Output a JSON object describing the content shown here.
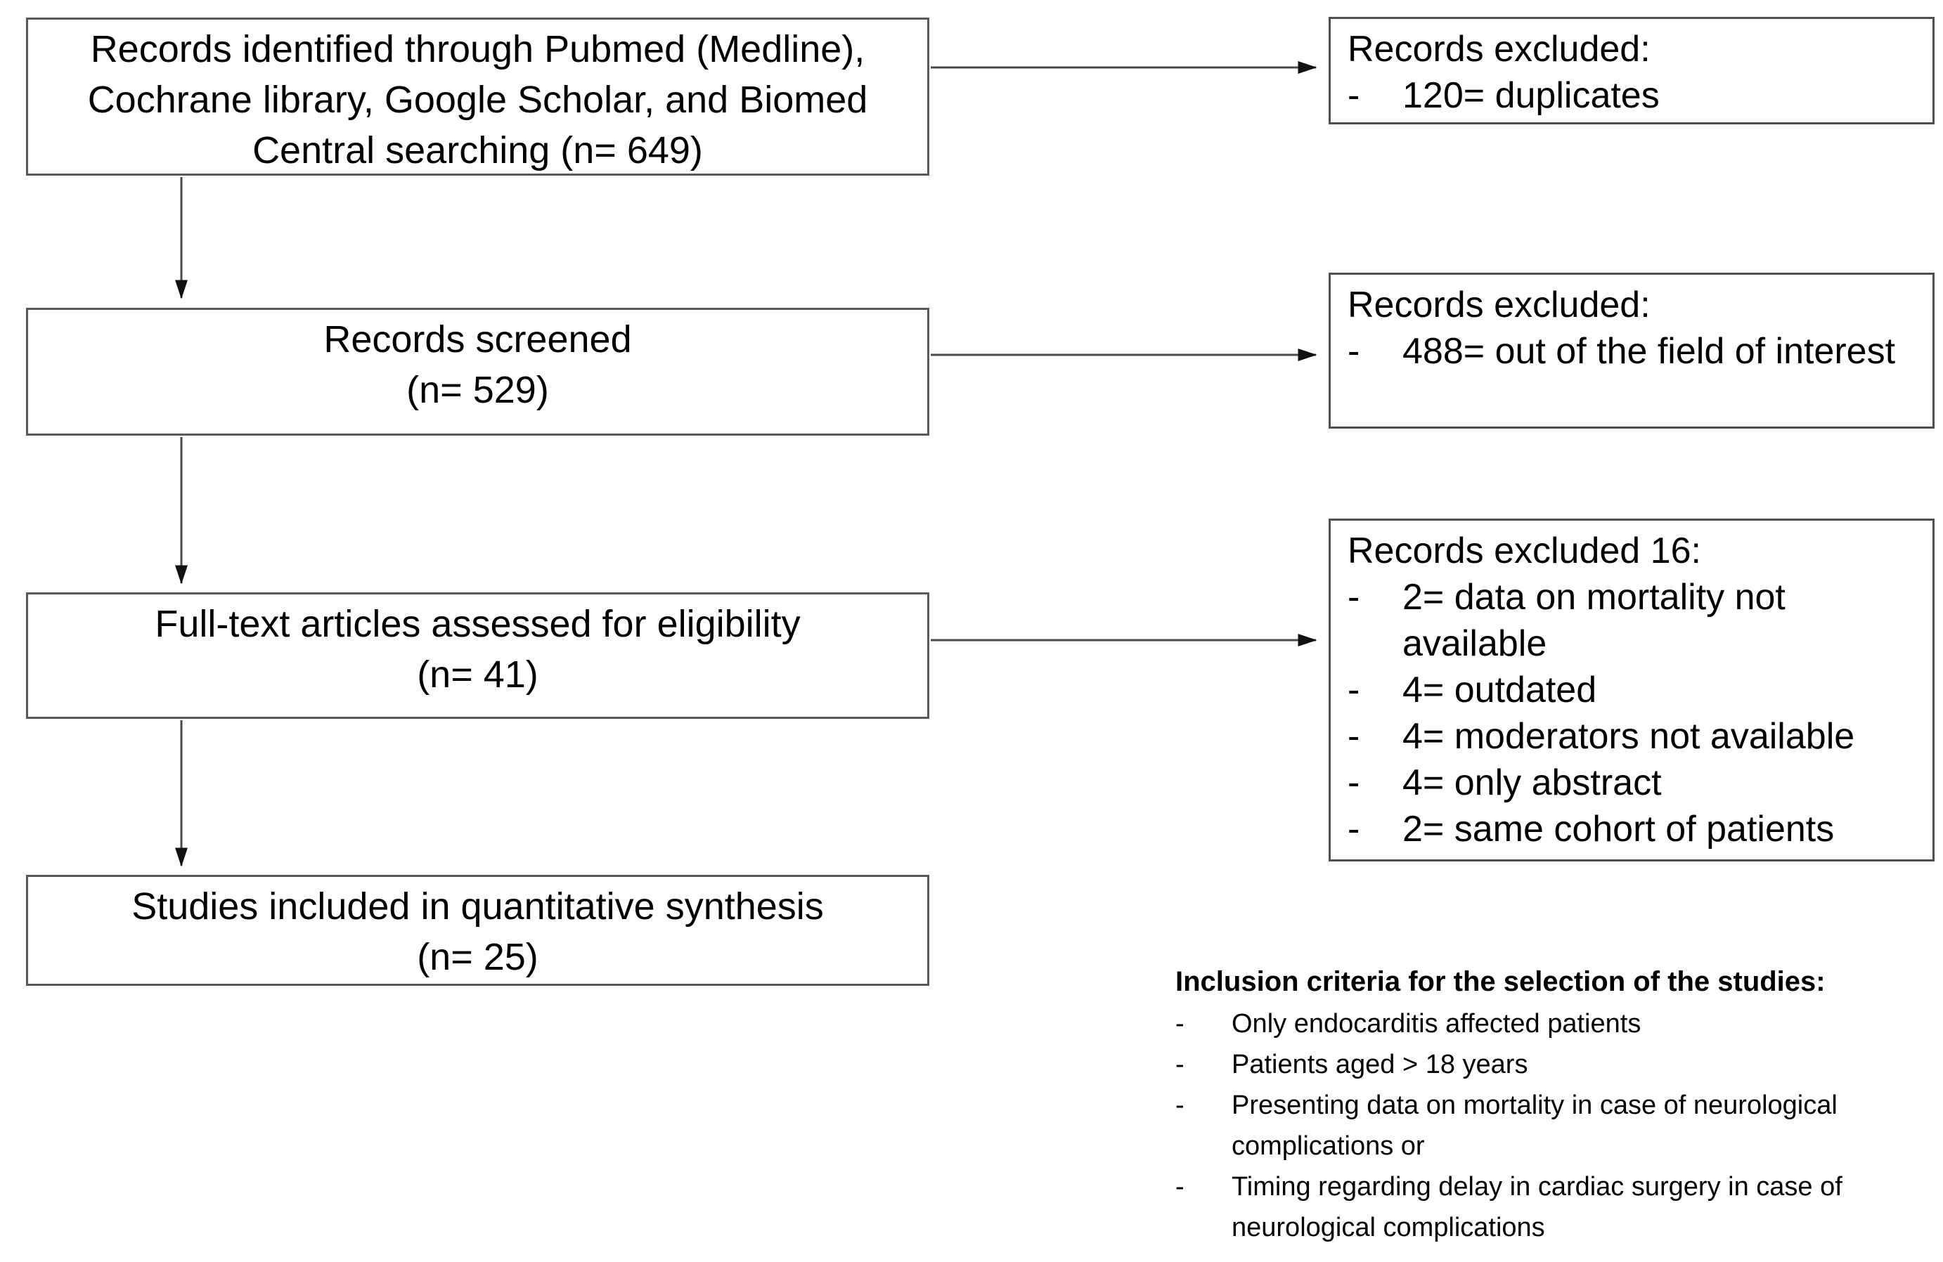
{
  "colors": {
    "background": "#ffffff",
    "box_border": "#595959",
    "text": "#000000",
    "arrow": "#4a4a4a",
    "arrowhead": "#111111"
  },
  "bullet_marker": "-",
  "flow": [
    {
      "name": "identification",
      "text": "Records identified through Pubmed (Medline),\nCochrane library, Google Scholar, and Biomed\nCentral searching (n= 649)"
    },
    {
      "name": "screening",
      "text": "Records screened\n(n= 529)"
    },
    {
      "name": "eligibility",
      "text": "Full-text articles assessed for eligibility\n(n= 41)"
    },
    {
      "name": "included",
      "text": "Studies included in quantitative synthesis\n(n= 25)"
    }
  ],
  "exclusions": [
    {
      "title": "Records excluded:",
      "items": [
        "120= duplicates"
      ]
    },
    {
      "title": "Records excluded:",
      "items": [
        "488= out of the field of interest"
      ]
    },
    {
      "title": "Records excluded 16:",
      "items": [
        "2= data on mortality not available",
        "4= outdated",
        "4= moderators not available",
        "4= only abstract",
        "2= same cohort of patients"
      ]
    }
  ],
  "inclusion_criteria": {
    "heading": "Inclusion criteria for the selection of the studies:",
    "items": [
      "Only endocarditis affected patients",
      "Patients aged > 18 years",
      "Presenting data on mortality in case of neurological complications or",
      "Timing regarding delay in cardiac surgery in case of neurological complications"
    ]
  }
}
